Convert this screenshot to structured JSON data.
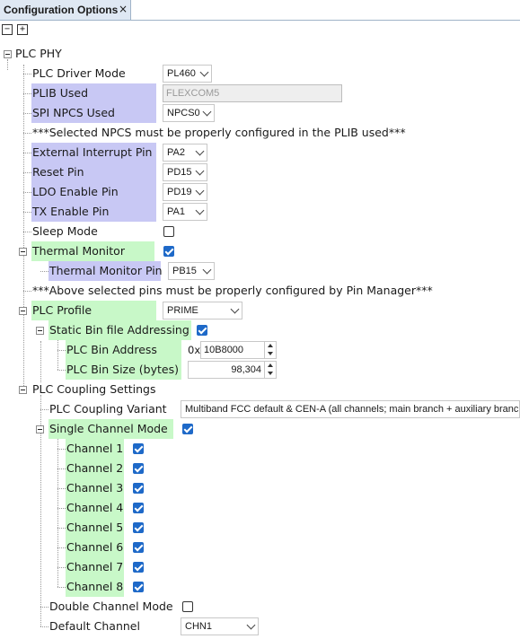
{
  "tab": {
    "title": "Configuration Options",
    "close": "×"
  },
  "toolbar": {
    "collapse_all": "−",
    "expand_all": "+"
  },
  "tree": {
    "plc_phy": "PLC PHY",
    "plc_driver_mode": {
      "label": "PLC Driver Mode",
      "value": "PL460"
    },
    "plib_used": {
      "label": "PLIB Used",
      "value": "FLEXCOM5"
    },
    "spi_npcs_used": {
      "label": "SPI NPCS Used",
      "value": "NPCS0"
    },
    "note_npcs": "***Selected NPCS must be properly configured in the PLIB used***",
    "external_interrupt_pin": {
      "label": "External Interrupt Pin",
      "value": "PA2"
    },
    "reset_pin": {
      "label": "Reset Pin",
      "value": "PD15"
    },
    "ldo_enable_pin": {
      "label": "LDO Enable Pin",
      "value": "PD19"
    },
    "tx_enable_pin": {
      "label": "TX Enable Pin",
      "value": "PA1"
    },
    "sleep_mode": {
      "label": "Sleep Mode",
      "checked": false
    },
    "thermal_monitor": {
      "label": "Thermal Monitor",
      "checked": true
    },
    "thermal_monitor_pin": {
      "label": "Thermal Monitor Pin",
      "value": "PB15"
    },
    "note_pins": "***Above selected pins must be properly configured by Pin Manager***",
    "plc_profile": {
      "label": "PLC Profile",
      "value": "PRIME"
    },
    "static_bin": {
      "label": "Static Bin file Addressing",
      "checked": true
    },
    "plc_bin_address": {
      "label": "PLC Bin Address",
      "prefix": "0x",
      "value": "10B8000"
    },
    "plc_bin_size": {
      "label": "PLC Bin Size (bytes)",
      "value": "98,304"
    },
    "plc_coupling_settings": "PLC Coupling Settings",
    "plc_coupling_variant": {
      "label": "PLC Coupling Variant",
      "value": "Multiband FCC default & CEN-A (all channels; main branch + auxiliary branch)"
    },
    "single_channel_mode": {
      "label": "Single Channel Mode",
      "checked": true
    },
    "channels": [
      {
        "label": "Channel 1",
        "checked": true
      },
      {
        "label": "Channel 2",
        "checked": true
      },
      {
        "label": "Channel 3",
        "checked": true
      },
      {
        "label": "Channel 4",
        "checked": true
      },
      {
        "label": "Channel 5",
        "checked": true
      },
      {
        "label": "Channel 6",
        "checked": true
      },
      {
        "label": "Channel 7",
        "checked": true
      },
      {
        "label": "Channel 8",
        "checked": true
      }
    ],
    "double_channel_mode": {
      "label": "Double Channel Mode",
      "checked": false
    },
    "default_channel": {
      "label": "Default Channel",
      "value": "CHN1"
    }
  },
  "colors": {
    "highlight_blue": "#c8c8f4",
    "highlight_green": "#c8f8c8",
    "checkbox_blue": "#1e69c8"
  }
}
